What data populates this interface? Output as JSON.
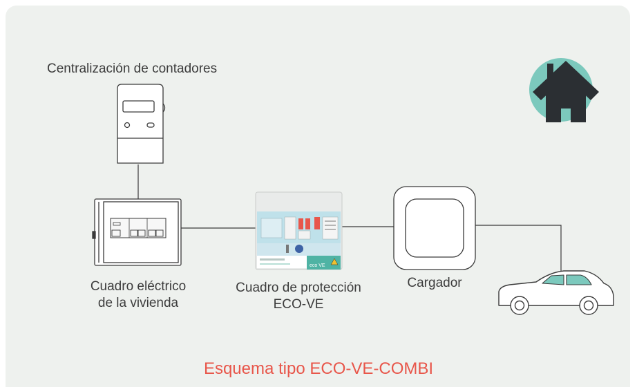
{
  "labels": {
    "meter": "Centralización de contadores",
    "panel_line1": "Cuadro eléctrico",
    "panel_line2": "de la vivienda",
    "protection_line1": "Cuadro de protección",
    "protection_line2": "ECO-VE",
    "charger": "Cargador",
    "protection_brand": "eco VE"
  },
  "title": "Esquema tipo ECO-VE-COMBI",
  "colors": {
    "background": "#eef1ee",
    "title": "#e8564a",
    "teal": "#7cc9bd",
    "dark": "#2b2f33",
    "line": "#3a3a3a"
  }
}
